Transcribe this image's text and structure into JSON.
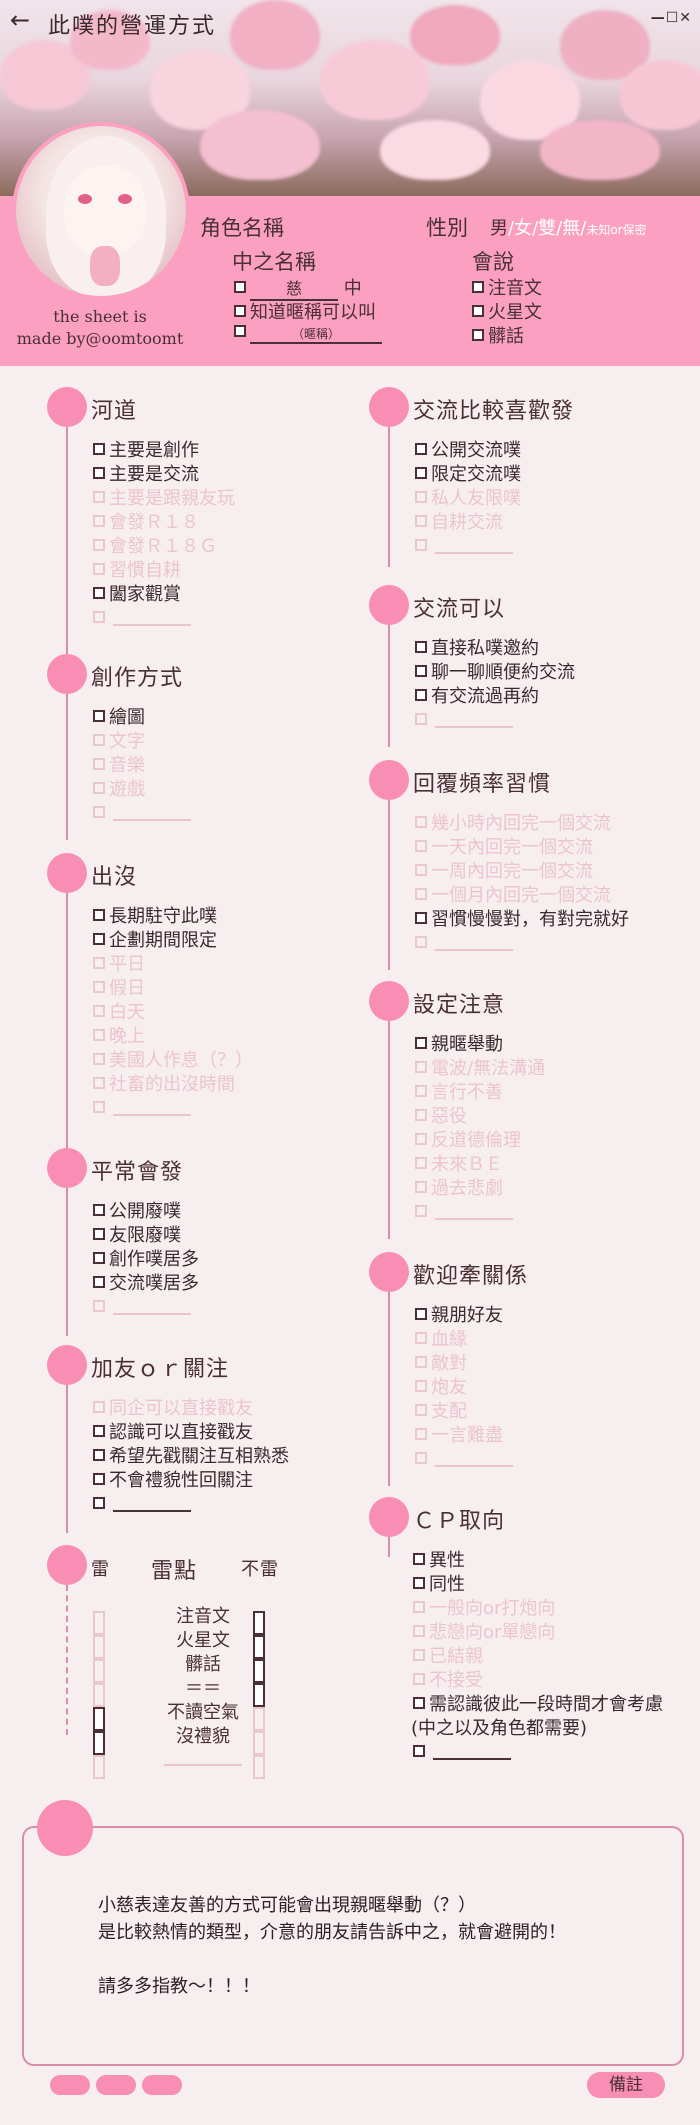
{
  "window": {
    "title": "此噗的營運方式",
    "controls": "—☐✕"
  },
  "profile": {
    "char_name_label": "角色名稱",
    "gender_label": "性別",
    "gender_options": [
      "男",
      "/",
      "女",
      "/",
      "雙",
      "/",
      "無",
      "/",
      "未知or保密"
    ],
    "pl_name_label": "中之名稱",
    "pl_name_value": "慈",
    "pl_name_suffix": "中",
    "nickname_ok": "知道暱稱可以叫",
    "nickname_value": "（暱稱）",
    "lang_label": "會說",
    "langs": [
      "注音文",
      "火星文",
      "髒話"
    ],
    "credit": "the sheet is\nmade by@oomtoomt"
  },
  "sections": {
    "hedao": {
      "title": "河道",
      "items": [
        {
          "t": "主要是創作",
          "on": true
        },
        {
          "t": "主要是交流",
          "on": true
        },
        {
          "t": "主要是跟親友玩",
          "on": false
        },
        {
          "t": "會發Ｒ１８",
          "on": false
        },
        {
          "t": "會發Ｒ１８Ｇ",
          "on": false
        },
        {
          "t": "習慣自耕",
          "on": false
        },
        {
          "t": "闔家觀賞",
          "on": true
        },
        {
          "t": "",
          "on": false
        }
      ]
    },
    "chuangzuo": {
      "title": "創作方式",
      "items": [
        {
          "t": "繪圖",
          "on": true
        },
        {
          "t": "文字",
          "on": false
        },
        {
          "t": "音樂",
          "on": false
        },
        {
          "t": "遊戲",
          "on": false
        },
        {
          "t": "",
          "on": false
        }
      ]
    },
    "chumo": {
      "title": "出沒",
      "items": [
        {
          "t": "長期駐守此噗",
          "on": true
        },
        {
          "t": "企劃期間限定",
          "on": true
        },
        {
          "t": "平日",
          "on": false
        },
        {
          "t": "假日",
          "on": false
        },
        {
          "t": "白天",
          "on": false
        },
        {
          "t": "晚上",
          "on": false
        },
        {
          "t": "美國人作息（？）",
          "on": false
        },
        {
          "t": "社畜的出沒時間",
          "on": false
        },
        {
          "t": "",
          "on": false
        }
      ]
    },
    "pingchang": {
      "title": "平常會發",
      "items": [
        {
          "t": "公開廢噗",
          "on": true
        },
        {
          "t": "友限廢噗",
          "on": true
        },
        {
          "t": "創作噗居多",
          "on": true
        },
        {
          "t": "交流噗居多",
          "on": true
        },
        {
          "t": "",
          "on": false
        }
      ]
    },
    "jiayou": {
      "title": "加友ｏｒ關注",
      "items": [
        {
          "t": "同企可以直接戳友",
          "on": false
        },
        {
          "t": "認識可以直接戳友",
          "on": true
        },
        {
          "t": "希望先戳關注互相熟悉",
          "on": true
        },
        {
          "t": "不會禮貌性回關注",
          "on": true
        },
        {
          "t": "",
          "on": true
        }
      ]
    },
    "jiaoliu": {
      "title": "交流比較喜歡發",
      "items": [
        {
          "t": "公開交流噗",
          "on": true
        },
        {
          "t": "限定交流噗",
          "on": true
        },
        {
          "t": "私人友限噗",
          "on": false
        },
        {
          "t": "自耕交流",
          "on": false
        },
        {
          "t": "",
          "on": false
        }
      ]
    },
    "keyi": {
      "title": "交流可以",
      "items": [
        {
          "t": "直接私噗邀約",
          "on": true
        },
        {
          "t": "聊一聊順便約交流",
          "on": true
        },
        {
          "t": "有交流過再約",
          "on": true
        },
        {
          "t": "",
          "on": false
        }
      ]
    },
    "huifu": {
      "title": "回覆頻率習慣",
      "items": [
        {
          "t": "幾小時內回完一個交流",
          "on": false
        },
        {
          "t": "一天內回完一個交流",
          "on": false
        },
        {
          "t": "一周內回完一個交流",
          "on": false
        },
        {
          "t": "一個月內回完一個交流",
          "on": false
        },
        {
          "t": "習慣慢慢對，有對完就好",
          "on": true
        },
        {
          "t": "",
          "on": false
        }
      ]
    },
    "sheding": {
      "title": "設定注意",
      "items": [
        {
          "t": "親暱舉動",
          "on": true
        },
        {
          "t": "電波/無法溝通",
          "on": false
        },
        {
          "t": "言行不善",
          "on": false
        },
        {
          "t": "惡役",
          "on": false
        },
        {
          "t": "反道德倫理",
          "on": false
        },
        {
          "t": "未來ＢＥ",
          "on": false
        },
        {
          "t": "過去悲劇",
          "on": false
        },
        {
          "t": "",
          "on": false
        }
      ]
    },
    "huanying": {
      "title": "歡迎牽關係",
      "items": [
        {
          "t": "親朋好友",
          "on": true
        },
        {
          "t": "血緣",
          "on": false
        },
        {
          "t": "敵對",
          "on": false
        },
        {
          "t": "炮友",
          "on": false
        },
        {
          "t": "支配",
          "on": false
        },
        {
          "t": "一言難盡",
          "on": false
        },
        {
          "t": "",
          "on": false
        }
      ]
    },
    "cp": {
      "title": "ＣＰ取向",
      "items": [
        {
          "t": "異性",
          "on": true
        },
        {
          "t": "同性",
          "on": true
        },
        {
          "t": "一般向or打炮向",
          "on": false
        },
        {
          "t": "悲戀向or單戀向",
          "on": false
        },
        {
          "t": "已結親",
          "on": false
        },
        {
          "t": "不接受",
          "on": false
        },
        {
          "t": "需認識彼此一段時間才會考慮",
          "on": true
        },
        {
          "t": "(中之以及角色都需要)",
          "on": true
        },
        {
          "t": "",
          "on": true
        }
      ]
    }
  },
  "mines": {
    "left_label": "雷",
    "center_label": "雷點",
    "right_label": "不雷",
    "rows": [
      {
        "t": "注音文",
        "left": false,
        "right": true
      },
      {
        "t": "火星文",
        "left": false,
        "right": true
      },
      {
        "t": "髒話",
        "left": false,
        "right": true
      },
      {
        "t": "＝＝",
        "left": false,
        "right": true
      },
      {
        "t": "不讀空氣",
        "left": true,
        "right": false
      },
      {
        "t": "沒禮貌",
        "left": true,
        "right": false
      },
      {
        "t": "",
        "left": false,
        "right": false
      }
    ]
  },
  "notes": {
    "text": "小慈表達友善的方式可能會出現親暱舉動（？）\n是比較熱情的類型，介意的朋友請告訴中之，就會避開的！\n\n請多多指教～！！！",
    "memo_button": "備註"
  }
}
